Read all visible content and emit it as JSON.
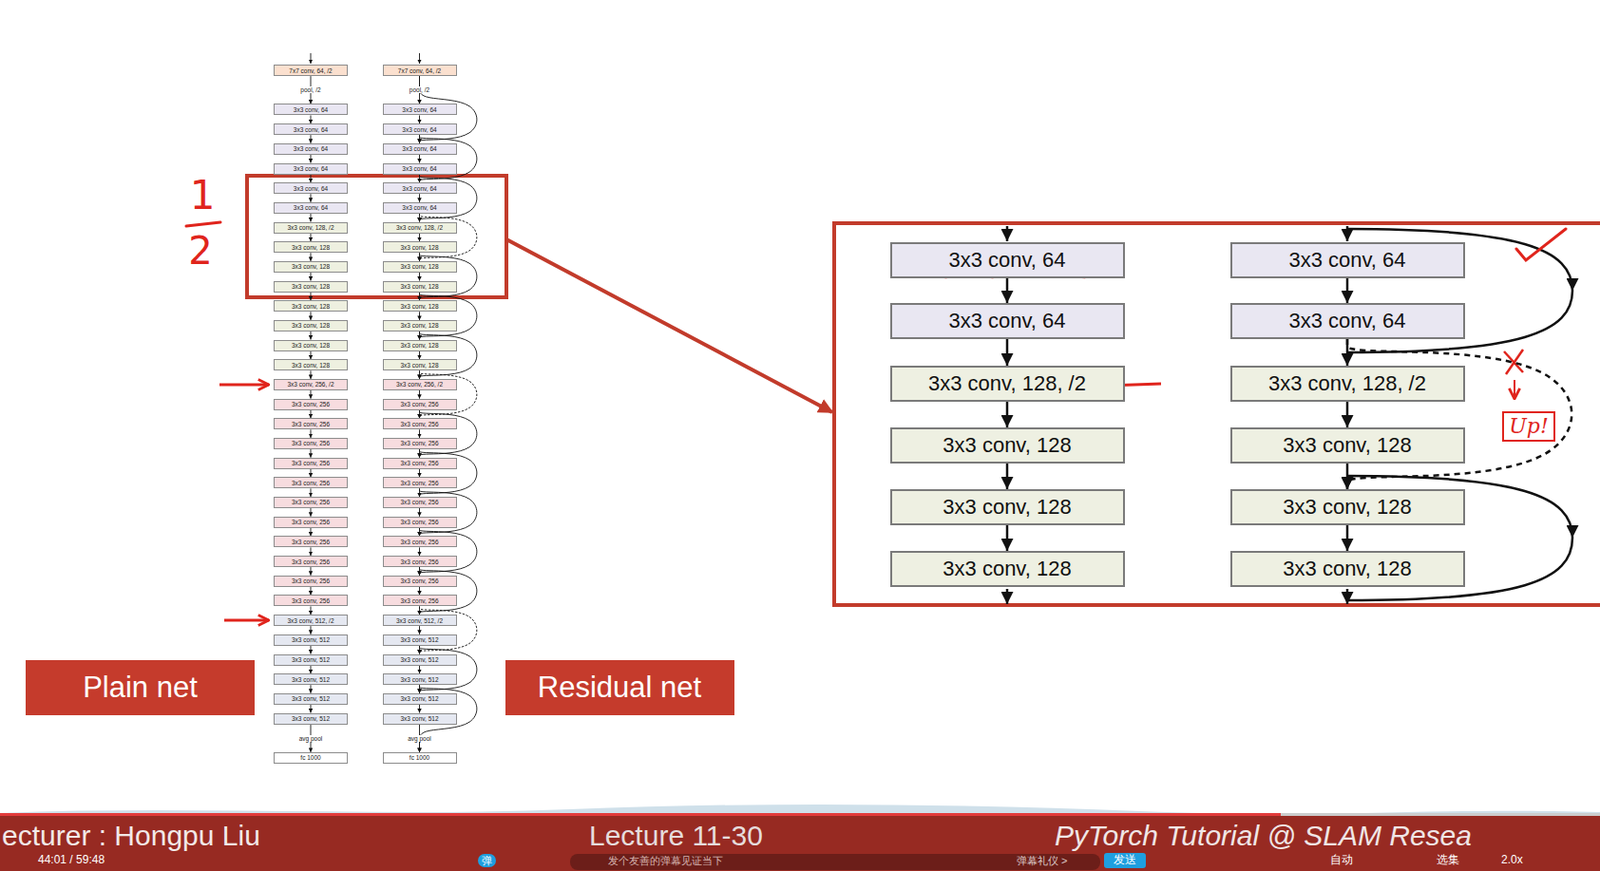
{
  "diagram": {
    "nodes": [
      {
        "text": [
          "7x7 conv, 64, /2"
        ]
      },
      {
        "text": [
          "3x3 conv, 64"
        ]
      },
      {
        "text": [
          "3x3 conv, 64"
        ]
      },
      {
        "text": [
          "3x3 conv, 64"
        ]
      },
      {
        "text": [
          "3x3 conv, 64"
        ]
      },
      {
        "text": [
          "3x3 conv, 64"
        ]
      },
      {
        "text": [
          "3x3 conv, 64"
        ]
      },
      {
        "text": [
          "3x3 conv, 128, /2"
        ]
      },
      {
        "text": [
          "3x3 conv, 128"
        ]
      },
      {
        "text": [
          "3x3 conv, 128"
        ]
      },
      {
        "text": [
          "3x3 conv, 128"
        ]
      },
      {
        "text": [
          "3x3 conv, 128"
        ]
      },
      {
        "text": [
          "3x3 conv, 128"
        ]
      },
      {
        "text": [
          "3x3 conv, 128"
        ]
      },
      {
        "text": [
          "3x3 conv, 128"
        ]
      },
      {
        "text": [
          "3x3 conv, 256, /2"
        ]
      },
      {
        "text": [
          "3x3 conv, 256"
        ]
      },
      {
        "text": [
          "3x3 conv, 256"
        ]
      },
      {
        "text": [
          "3x3 conv, 256"
        ]
      },
      {
        "text": [
          "3x3 conv, 256"
        ]
      },
      {
        "text": [
          "3x3 conv, 256"
        ]
      },
      {
        "text": [
          "3x3 conv, 256"
        ]
      },
      {
        "text": [
          "3x3 conv, 256"
        ]
      },
      {
        "text": [
          "3x3 conv, 256"
        ]
      },
      {
        "text": [
          "3x3 conv, 256"
        ]
      },
      {
        "text": [
          "3x3 conv, 256"
        ]
      },
      {
        "text": [
          "3x3 conv, 256"
        ]
      },
      {
        "text": [
          "3x3 conv, 512, /2"
        ]
      },
      {
        "text": [
          "3x3 conv, 512"
        ]
      },
      {
        "text": [
          "3x3 conv, 512"
        ]
      },
      {
        "text": [
          "3x3 conv, 512"
        ]
      },
      {
        "text": [
          "3x3 conv, 512"
        ]
      },
      {
        "text": [
          "3x3 conv, 512"
        ]
      },
      {
        "text": [
          "fc 1000"
        ]
      },
      {
        "text": [
          "7x7 conv, 64, /2"
        ]
      },
      {
        "text": [
          "3x3 conv, 64"
        ]
      },
      {
        "text": [
          "3x3 conv, 64"
        ]
      },
      {
        "text": [
          "3x3 conv, 64"
        ]
      },
      {
        "text": [
          "3x3 conv, 64"
        ]
      },
      {
        "text": [
          "3x3 conv, 64"
        ]
      },
      {
        "text": [
          "3x3 conv, 64"
        ]
      },
      {
        "text": [
          "3x3 conv, 128, /2"
        ]
      },
      {
        "text": [
          "3x3 conv, 128"
        ]
      },
      {
        "text": [
          "3x3 conv, 128"
        ]
      },
      {
        "text": [
          "3x3 conv, 128"
        ]
      },
      {
        "text": [
          "3x3 conv, 128"
        ]
      },
      {
        "text": [
          "3x3 conv, 128"
        ]
      },
      {
        "text": [
          "3x3 conv, 128"
        ]
      },
      {
        "text": [
          "3x3 conv, 128"
        ]
      },
      {
        "text": [
          "3x3 conv, 256, /2"
        ]
      },
      {
        "text": [
          "3x3 conv, 256"
        ]
      },
      {
        "text": [
          "3x3 conv, 256"
        ]
      },
      {
        "text": [
          "3x3 conv, 256"
        ]
      },
      {
        "text": [
          "3x3 conv, 256"
        ]
      },
      {
        "text": [
          "3x3 conv, 256"
        ]
      },
      {
        "text": [
          "3x3 conv, 256"
        ]
      },
      {
        "text": [
          "3x3 conv, 256"
        ]
      },
      {
        "text": [
          "3x3 conv, 256"
        ]
      },
      {
        "text": [
          "3x3 conv, 256"
        ]
      },
      {
        "text": [
          "3x3 conv, 256"
        ]
      },
      {
        "text": [
          "3x3 conv, 256"
        ]
      },
      {
        "text": [
          "3x3 conv, 512, /2"
        ]
      },
      {
        "text": [
          "3x3 conv, 512"
        ]
      },
      {
        "text": [
          "3x3 conv, 512"
        ]
      },
      {
        "text": [
          "3x3 conv, 512"
        ]
      },
      {
        "text": [
          "3x3 conv, 512"
        ]
      },
      {
        "text": [
          "3x3 conv, 512"
        ]
      },
      {
        "text": [
          "fc 1000"
        ]
      },
      {
        "text": [
          "Plain net"
        ]
      },
      {
        "text": [
          "Residual net"
        ]
      },
      {
        "text": [
          "3x3 conv, 64"
        ]
      },
      {
        "text": [
          "3x3 conv, 64"
        ]
      },
      {
        "text": [
          "3x3 conv, 128, /2"
        ]
      },
      {
        "text": [
          "3x3 conv, 128"
        ]
      },
      {
        "text": [
          "3x3 conv, 128"
        ]
      },
      {
        "text": [
          "3x3 conv, 128"
        ]
      },
      {
        "text": [
          "3x3 conv, 64"
        ]
      },
      {
        "text": [
          "3x3 conv, 64"
        ]
      },
      {
        "text": [
          "3x3 conv, 128, /2"
        ]
      },
      {
        "text": [
          "3x3 conv, 128"
        ]
      },
      {
        "text": [
          "3x3 conv, 128"
        ]
      },
      {
        "text": [
          "3x3 conv, 128"
        ]
      }
    ],
    "edges": [
      {
        "from": 0,
        "to": 1,
        "arrow": "to"
      },
      {
        "from": 1,
        "to": 2,
        "arrow": "to"
      },
      {
        "from": 2,
        "to": 3,
        "arrow": "to"
      },
      {
        "from": 3,
        "to": 4,
        "arrow": "to"
      },
      {
        "from": 4,
        "to": 5,
        "arrow": "to"
      },
      {
        "from": 5,
        "to": 6,
        "arrow": "to"
      },
      {
        "from": 6,
        "to": 7,
        "arrow": "to"
      },
      {
        "from": 7,
        "to": 8,
        "arrow": "to"
      },
      {
        "from": 8,
        "to": 9,
        "arrow": "to"
      },
      {
        "from": 9,
        "to": 10,
        "arrow": "to"
      },
      {
        "from": 10,
        "to": 11,
        "arrow": "to"
      },
      {
        "from": 11,
        "to": 12,
        "arrow": "to"
      },
      {
        "from": 12,
        "to": 13,
        "arrow": "to"
      },
      {
        "from": 13,
        "to": 14,
        "arrow": "to"
      },
      {
        "from": 14,
        "to": 15,
        "arrow": "to"
      },
      {
        "from": 15,
        "to": 16,
        "arrow": "to"
      },
      {
        "from": 16,
        "to": 17,
        "arrow": "to"
      },
      {
        "from": 17,
        "to": 18,
        "arrow": "to"
      },
      {
        "from": 18,
        "to": 19,
        "arrow": "to"
      },
      {
        "from": 19,
        "to": 20,
        "arrow": "to"
      },
      {
        "from": 20,
        "to": 21,
        "arrow": "to"
      },
      {
        "from": 21,
        "to": 22,
        "arrow": "to"
      },
      {
        "from": 22,
        "to": 23,
        "arrow": "to"
      },
      {
        "from": 23,
        "to": 24,
        "arrow": "to"
      },
      {
        "from": 24,
        "to": 25,
        "arrow": "to"
      },
      {
        "from": 25,
        "to": 26,
        "arrow": "to"
      },
      {
        "from": 26,
        "to": 27,
        "arrow": "to"
      },
      {
        "from": 27,
        "to": 28,
        "arrow": "to"
      },
      {
        "from": 28,
        "to": 29,
        "arrow": "to"
      },
      {
        "from": 29,
        "to": 30,
        "arrow": "to"
      },
      {
        "from": 30,
        "to": 31,
        "arrow": "to"
      },
      {
        "from": 31,
        "to": 32,
        "arrow": "to"
      },
      {
        "from": 32,
        "to": 33,
        "arrow": "to"
      },
      {
        "from": 34,
        "to": 35,
        "arrow": "to"
      },
      {
        "from": 35,
        "to": 36,
        "arrow": "to"
      },
      {
        "from": 36,
        "to": 37,
        "arrow": "to"
      },
      {
        "from": 37,
        "to": 38,
        "arrow": "to"
      },
      {
        "from": 38,
        "to": 39,
        "arrow": "to"
      },
      {
        "from": 39,
        "to": 40,
        "arrow": "to"
      },
      {
        "from": 40,
        "to": 41,
        "arrow": "to"
      },
      {
        "from": 41,
        "to": 42,
        "arrow": "to"
      },
      {
        "from": 42,
        "to": 43,
        "arrow": "to"
      },
      {
        "from": 43,
        "to": 44,
        "arrow": "to"
      },
      {
        "from": 44,
        "to": 45,
        "arrow": "to"
      },
      {
        "from": 45,
        "to": 46,
        "arrow": "to"
      },
      {
        "from": 46,
        "to": 47,
        "arrow": "to"
      },
      {
        "from": 47,
        "to": 48,
        "arrow": "to"
      },
      {
        "from": 48,
        "to": 49,
        "arrow": "to"
      },
      {
        "from": 49,
        "to": 50,
        "arrow": "to"
      },
      {
        "from": 50,
        "to": 51,
        "arrow": "to"
      },
      {
        "from": 51,
        "to": 52,
        "arrow": "to"
      },
      {
        "from": 52,
        "to": 53,
        "arrow": "to"
      },
      {
        "from": 53,
        "to": 54,
        "arrow": "to"
      },
      {
        "from": 54,
        "to": 55,
        "arrow": "to"
      },
      {
        "from": 55,
        "to": 56,
        "arrow": "to"
      },
      {
        "from": 56,
        "to": 57,
        "arrow": "to"
      },
      {
        "from": 57,
        "to": 58,
        "arrow": "to"
      },
      {
        "from": 58,
        "to": 59,
        "arrow": "to"
      },
      {
        "from": 59,
        "to": 60,
        "arrow": "to"
      },
      {
        "from": 60,
        "to": 61,
        "arrow": "to"
      },
      {
        "from": 61,
        "to": 62,
        "arrow": "to"
      },
      {
        "from": 62,
        "to": 63,
        "arrow": "to"
      },
      {
        "from": 63,
        "to": 64,
        "arrow": "to"
      },
      {
        "from": 64,
        "to": 65,
        "arrow": "to"
      },
      {
        "from": 65,
        "to": 66,
        "arrow": "to"
      },
      {
        "from": 66,
        "to": 67,
        "arrow": "to"
      },
      {
        "from": 34,
        "to": 37,
        "arrow": "to"
      },
      {
        "from": 36,
        "to": 39,
        "arrow": "to"
      },
      {
        "from": 38,
        "to": 41,
        "arrow": "to"
      },
      {
        "from": 40,
        "to": 43,
        "arrow": "to"
      },
      {
        "from": 42,
        "to": 45,
        "arrow": "to"
      },
      {
        "from": 44,
        "to": 47,
        "arrow": "to"
      },
      {
        "from": 46,
        "to": 49,
        "arrow": "to"
      },
      {
        "from": 48,
        "to": 51,
        "arrow": "to"
      },
      {
        "from": 50,
        "to": 53,
        "arrow": "to"
      },
      {
        "from": 52,
        "to": 55,
        "arrow": "to"
      },
      {
        "from": 54,
        "to": 57,
        "arrow": "to"
      },
      {
        "from": 56,
        "to": 59,
        "arrow": "to"
      },
      {
        "from": 58,
        "to": 61,
        "arrow": "to"
      },
      {
        "from": 60,
        "to": 63,
        "arrow": "to"
      },
      {
        "from": 62,
        "to": 65,
        "arrow": "to"
      },
      {
        "from": 64,
        "to": 67,
        "arrow": "to"
      },
      {
        "from": 70,
        "to": 71,
        "arrow": "to"
      },
      {
        "from": 71,
        "to": 72,
        "arrow": "to"
      },
      {
        "from": 72,
        "to": 73,
        "arrow": "to"
      },
      {
        "from": 73,
        "to": 74,
        "arrow": "to"
      },
      {
        "from": 74,
        "to": 75,
        "arrow": "to"
      },
      {
        "from": 76,
        "to": 77,
        "arrow": "to"
      },
      {
        "from": 77,
        "to": 78,
        "arrow": "to"
      },
      {
        "from": 78,
        "to": 79,
        "arrow": "to"
      },
      {
        "from": 79,
        "to": 80,
        "arrow": "to"
      },
      {
        "from": 80,
        "to": 81,
        "arrow": "to"
      },
      {
        "from": 77,
        "to": 80,
        "arrow": "to"
      }
    ],
    "labels": [
      "pool, /2",
      "pool, /2",
      "avg pool",
      "avg pool",
      "1",
      "2",
      "Up!",
      "ecturer : Hongpu Liu",
      "44:01 / 59:48",
      "弹",
      "发个友善的弹幕见证当下",
      "Lecture 11-30",
      "弹幕礼仪 >",
      "发送",
      "PyTorch Tutorial @ SLAM Resea",
      "自动",
      "选集",
      "2.0x"
    ]
  }
}
